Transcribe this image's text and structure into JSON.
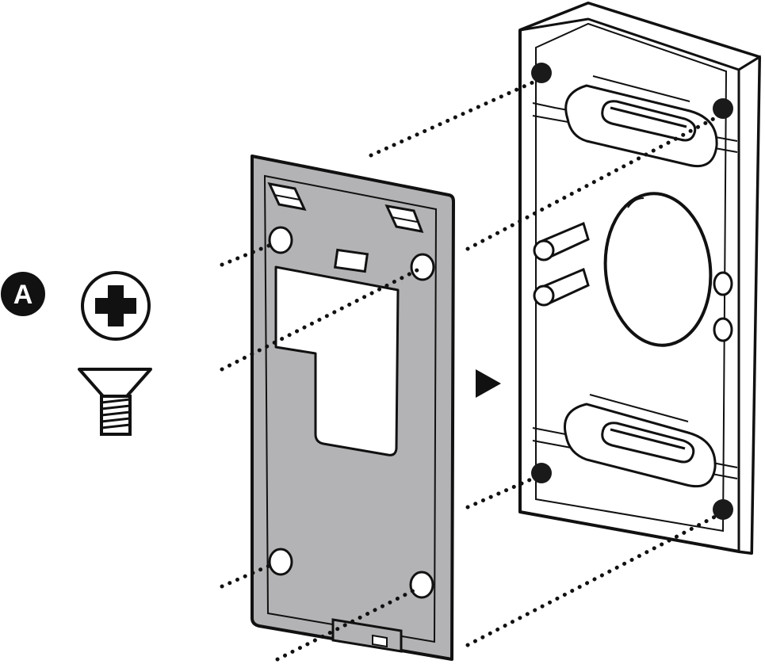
{
  "callout": {
    "label": "A",
    "screw_head": "phillips-cross-icon",
    "screw_type": "flat-head-screw-icon"
  },
  "colors": {
    "outline": "#111111",
    "mounting_plate_fill": "#b3b3b5",
    "bracket_fill": "#ffffff",
    "hole_fill": "#1a1a1a",
    "badge_fill": "#111111"
  },
  "parts": {
    "left": "mounting-plate",
    "right": "wedge-bracket",
    "direction": "arrow-right-icon"
  }
}
